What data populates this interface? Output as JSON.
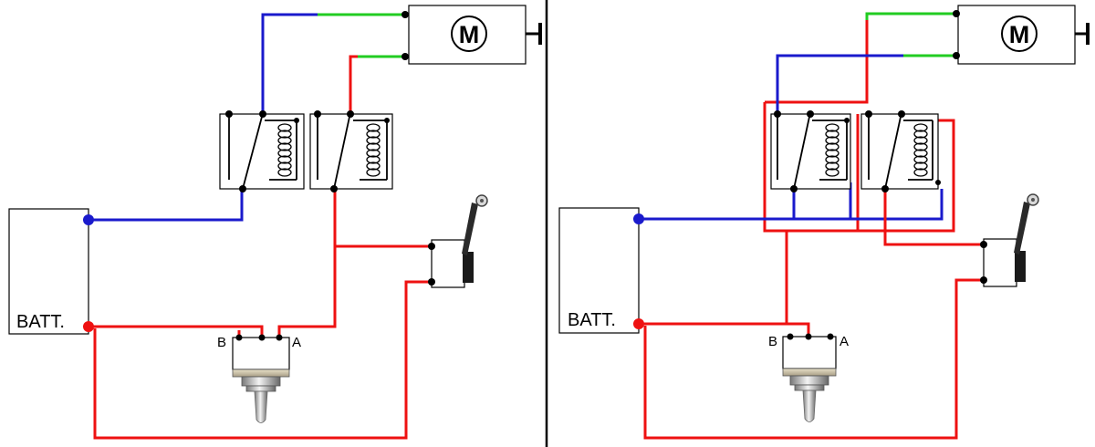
{
  "diagrams": [
    {
      "motor": {
        "label": "M"
      },
      "battery": {
        "label": "BATT."
      },
      "switch": {
        "terminal_a": "A",
        "terminal_b": "B"
      }
    },
    {
      "motor": {
        "label": "M"
      },
      "battery": {
        "label": "BATT."
      },
      "switch": {
        "terminal_a": "A",
        "terminal_b": "B"
      }
    }
  ],
  "colors": {
    "positive": "#ee1111",
    "negative": "#1a1acc",
    "motor_lead": "#22cc22",
    "component": "#000000"
  }
}
